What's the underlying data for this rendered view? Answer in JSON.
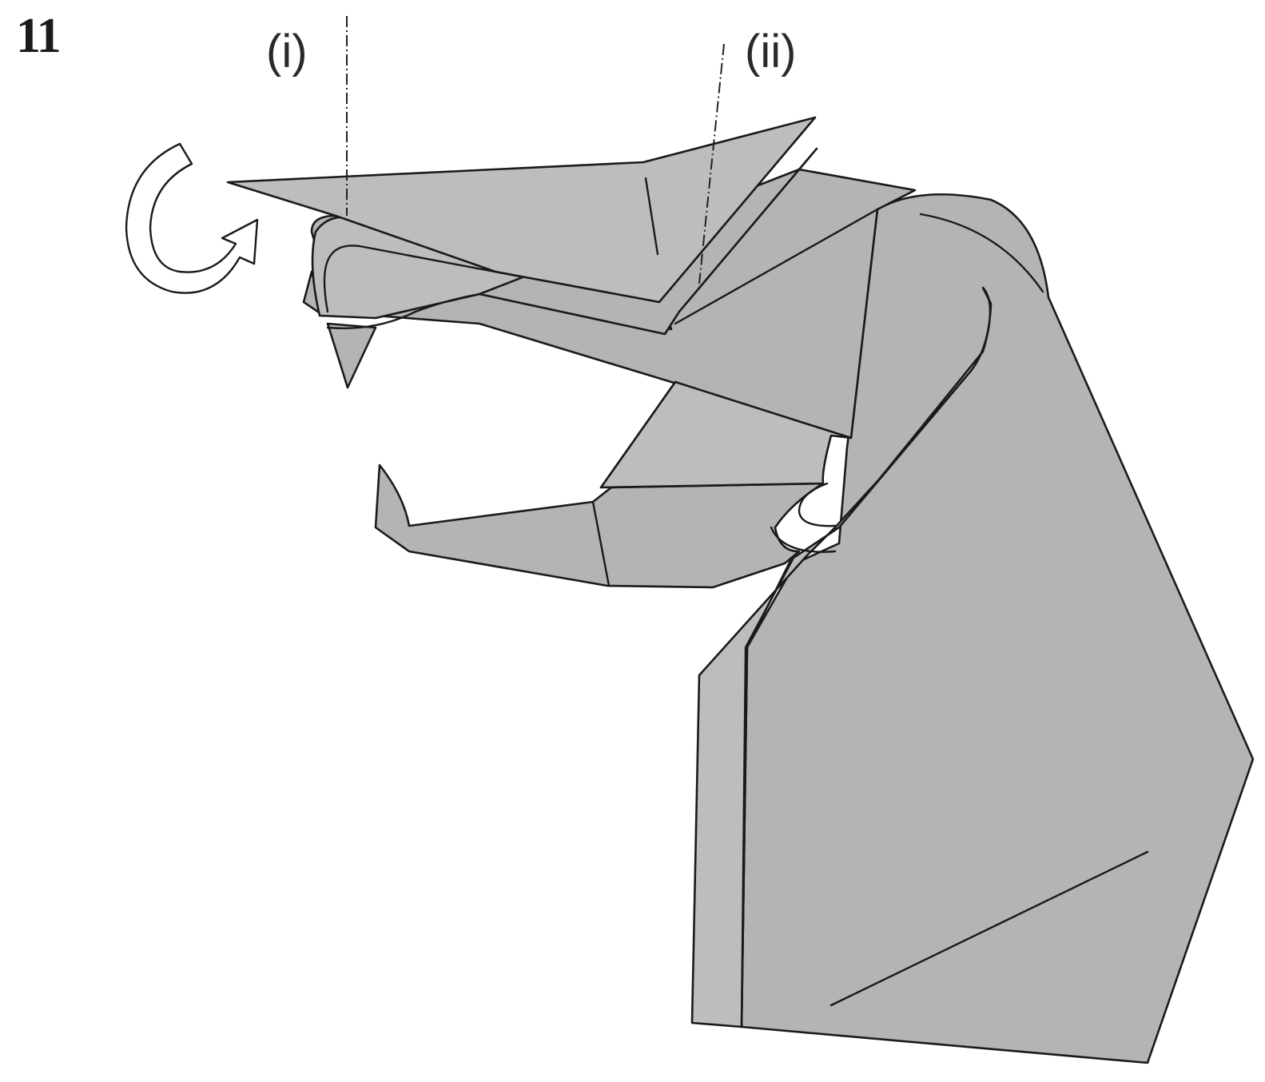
{
  "step": {
    "number": "11"
  },
  "fold_labels": {
    "first": "(i)",
    "second": "(ii)"
  },
  "colors": {
    "paper": "#b4b4b4",
    "outline": "#1a1a1a",
    "background": "#ffffff"
  },
  "icons": {
    "rotate_arrow": "curved-rotate-arrow"
  }
}
